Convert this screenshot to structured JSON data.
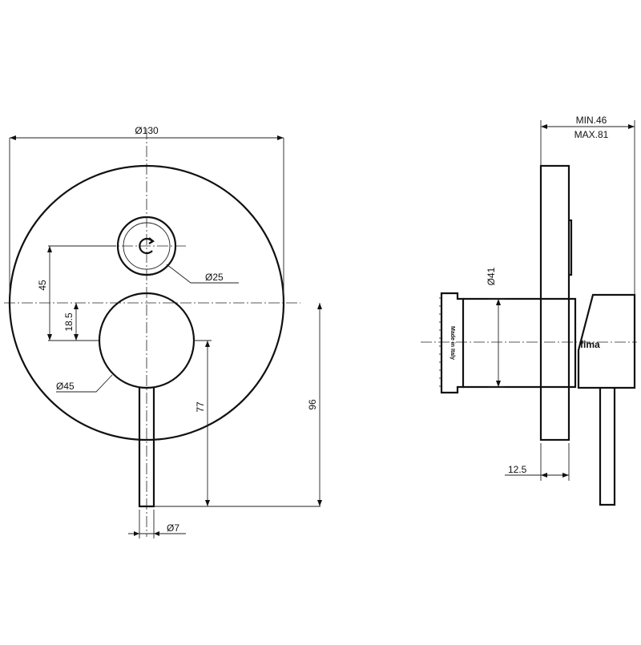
{
  "dimensions": {
    "outer_diameter": "Ø130",
    "small_knob_diameter": "Ø25",
    "small_knob_offset": "45",
    "handle_offset": "18.5",
    "handle_diameter": "Ø45",
    "lever_length": "77",
    "total_height": "96",
    "lever_diameter": "Ø7",
    "depth_min": "MIN.46",
    "depth_max": "MAX.81",
    "body_diameter": "Ø41",
    "plate_thickness": "12.5"
  },
  "markings": {
    "made_in": "Made in Italy",
    "brand": "fima"
  }
}
